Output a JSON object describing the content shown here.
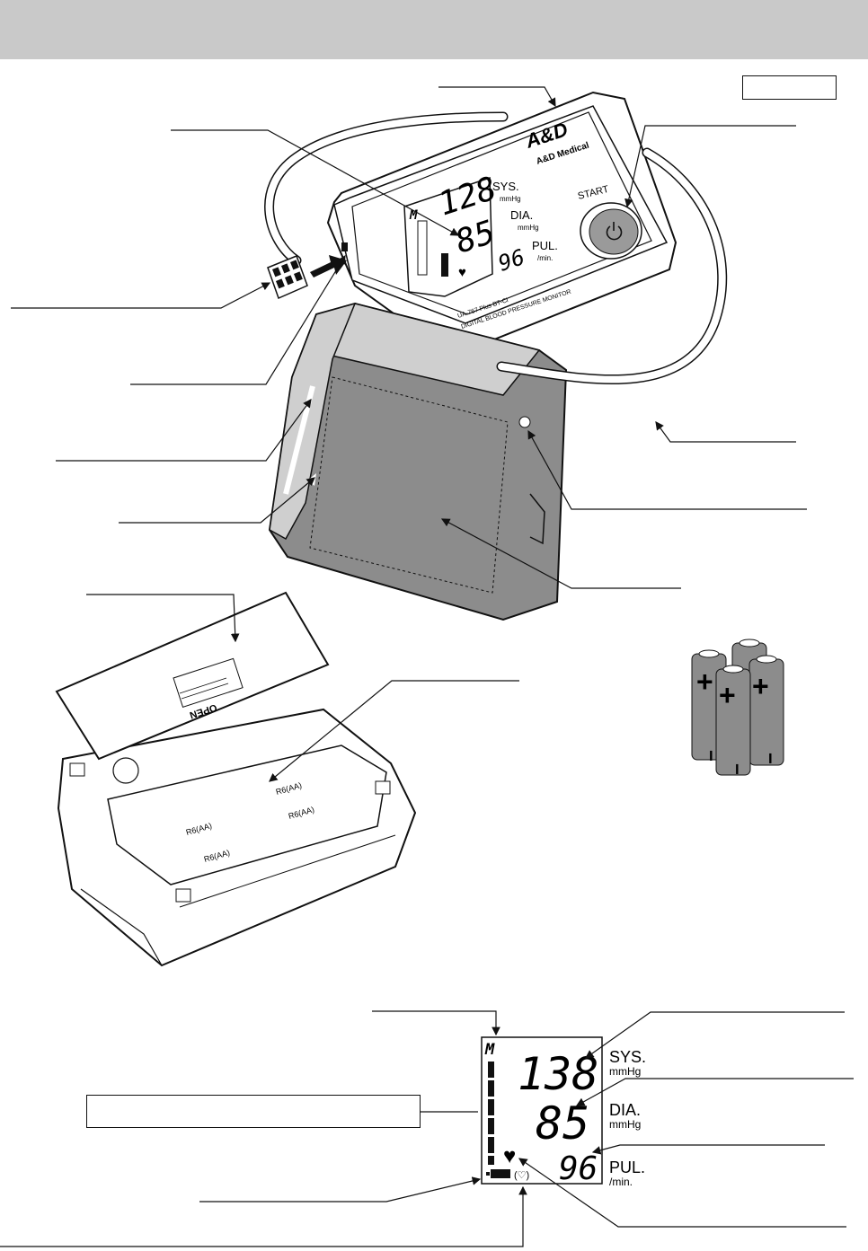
{
  "colors": {
    "header_bar": "#c9c9c9",
    "cuff": "#8c8c8c",
    "cuff_light": "#cfcfcf",
    "button": "#9a9a9a",
    "ink": "#111111"
  },
  "monitor": {
    "brand": "A&D",
    "brand_sub": "A&D Medical",
    "model_line1": "UA-767 Plus BT-Ci",
    "model_line2": "DIGITAL BLOOD PRESSURE MONITOR",
    "start_label": "START",
    "start_icon": "power-icon",
    "display": {
      "mem": "M",
      "sys_value": "128",
      "sys_label": "SYS.",
      "sys_unit": "mmHg",
      "dia_value": "85",
      "dia_label": "DIA.",
      "dia_unit": "mmHg",
      "pul_value": "96",
      "pul_label": "PUL.",
      "pul_unit": "/min."
    }
  },
  "battery_compartment": {
    "open_label": "OPEN",
    "battery_label": "R6(AA)"
  },
  "batteries": {
    "count": 4,
    "plus": "+",
    "minus": "−"
  },
  "lcd_detail": {
    "mem": "M",
    "sys_value": "138",
    "sys_label": "SYS.",
    "sys_unit": "mmHg",
    "dia_value": "85",
    "dia_label": "DIA.",
    "dia_unit": "mmHg",
    "pul_value": "96",
    "pul_label": "PUL.",
    "pul_unit": "/min."
  }
}
